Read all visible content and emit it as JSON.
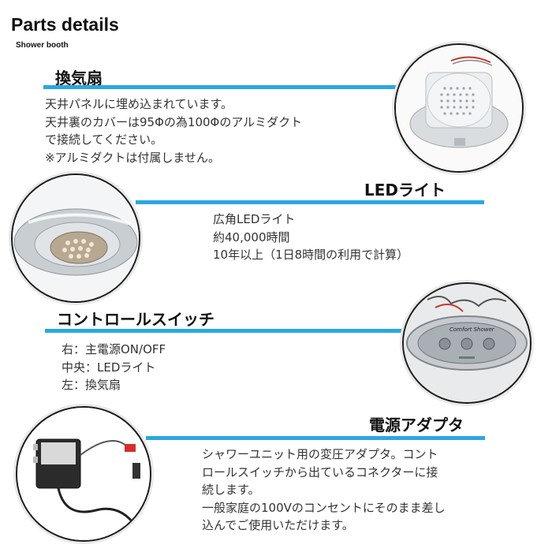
{
  "header": {
    "title": "Parts details",
    "subtitle": "Shower booth"
  },
  "sections": {
    "fan": {
      "heading": "換気扇",
      "body": "天井パネルに埋め込まれています。\n天井裏のカバーは95Φの為100Φのアルミダクト\nで接続してください。\n※アルミダクトは付属しません。"
    },
    "led": {
      "heading": "LEDライト",
      "body": "広角LEDライト\n約40,000時間\n10年以上（1日8時間の利用で計算）"
    },
    "switch": {
      "heading": "コントロールスイッチ",
      "body": "右：主電源ON/OFF\n中央：LEDライト\n左：換気扇",
      "panel_label": "Comfort Shower"
    },
    "adapter": {
      "heading": "電源アダプタ",
      "body": "シャワーユニット用の変圧アダプタ。コント\nロールスイッチから出ているコネクターに接\n続します。\n一般家庭の100Vのコンセントにそのまま差し\n込んでご使用いただけます。"
    }
  },
  "colors": {
    "accent_bar": "#29a8e0"
  }
}
